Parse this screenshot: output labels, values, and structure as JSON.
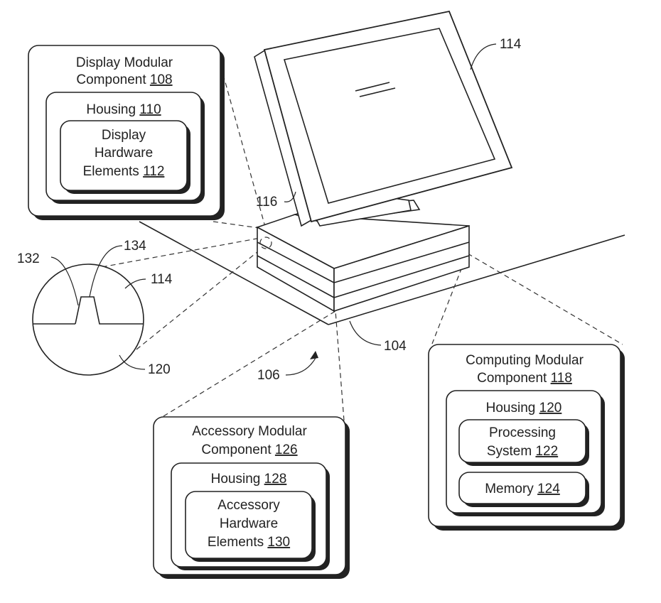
{
  "display_component": {
    "title_line1": "Display Modular",
    "title_line2_prefix": "Component ",
    "title_ref": "108",
    "housing_prefix": "Housing ",
    "housing_ref": "110",
    "hw_line1": "Display",
    "hw_line2": "Hardware",
    "hw_line3_prefix": "Elements ",
    "hw_ref": "112"
  },
  "computing_component": {
    "title_line1": "Computing Modular",
    "title_line2_prefix": "Component ",
    "title_ref": "118",
    "housing_prefix": "Housing ",
    "housing_ref": "120",
    "proc_line1": "Processing",
    "proc_line2_prefix": "System ",
    "proc_ref": "122",
    "memory_prefix": "Memory ",
    "memory_ref": "124"
  },
  "accessory_component": {
    "title_line1": "Accessory Modular",
    "title_line2_prefix": "Component ",
    "title_ref": "126",
    "housing_prefix": "Housing ",
    "housing_ref": "128",
    "hw_line1": "Accessory",
    "hw_line2": "Hardware",
    "hw_line3_prefix": "Elements ",
    "hw_ref": "130"
  },
  "reference_labels": {
    "display": "114",
    "stand": "116",
    "detail_left": "132",
    "detail_top": "134",
    "detail_right": "114",
    "detail_bottom": "120",
    "base": "104",
    "device": "106"
  }
}
